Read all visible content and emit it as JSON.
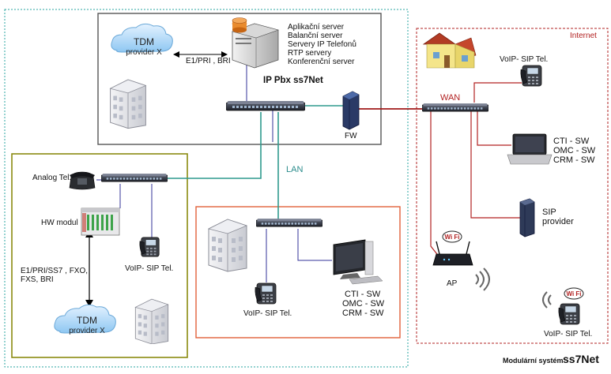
{
  "ippbx": {
    "title": "IP Pbx ss7Net",
    "servers": [
      "Aplikační server",
      "Balanční server",
      "Servery IP Telefonů",
      "RTP servery",
      "Konferenční server"
    ],
    "trunk_label": "E1/PRI , BRI"
  },
  "tdm_top": {
    "line1": "TDM",
    "line2": "provider X"
  },
  "tdm_bottom": {
    "line1": "TDM",
    "line2": "provider X"
  },
  "fw_label": "FW",
  "lan_label": "LAN",
  "wan_label": "WAN",
  "internet_label": "Internet",
  "branch": {
    "analog_label": "Analog Tel.",
    "hw_label": "HW modul",
    "trunk_lines": [
      "E1/PRI/SS7 , FXO,",
      "FXS, BRI"
    ],
    "voip_label": "VoIP- SIP Tel."
  },
  "office": {
    "voip_label": "VoIP- SIP Tel.",
    "apps": [
      "CTI - SW",
      "OMC - SW",
      "CRM - SW"
    ]
  },
  "internet": {
    "voip_label": "VoIP- SIP Tel.",
    "apps": [
      "CTI - SW",
      "OMC - SW",
      "CRM - SW"
    ],
    "sip_provider": [
      "SIP",
      "provider"
    ],
    "ap_label": "AP",
    "wifi_text": "Wi Fi",
    "remote_voip_label": "VoIP- SIP Tel."
  },
  "footer": {
    "small": "Modulární systém",
    "big": "ss7Net"
  },
  "colors": {
    "frame_outer": "#2aa6a0",
    "ippbx_frame": "#555555",
    "branch_frame": "#8a8a10",
    "office_frame": "#e0603a",
    "internet_frame": "#b22222",
    "lan_line": "#2e9a8e",
    "wan_line": "#a01818",
    "lan_text": "#2a8c8c",
    "wan_text": "#b22222",
    "link_line": "#333399"
  },
  "icons": [
    "server-icon",
    "building-icon",
    "cloud-icon",
    "switch-icon",
    "firewall-icon",
    "phone-icon",
    "analog-phone-icon",
    "hw-module-icon",
    "laptop-icon",
    "desktop-icon",
    "tower-server-icon",
    "house-icon",
    "access-point-icon",
    "wifi-icon"
  ]
}
